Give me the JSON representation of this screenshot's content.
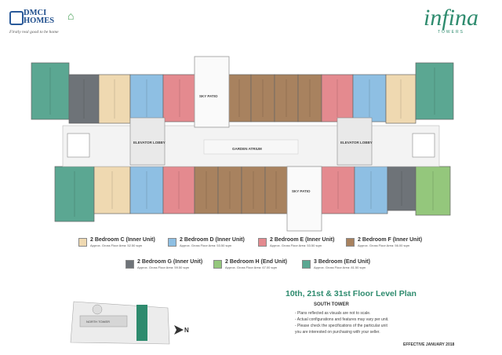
{
  "brand": {
    "name_line1": "DMCI",
    "name_line2": "HOMES",
    "tagline": "Firstly real good to be home"
  },
  "project": {
    "logo_text": "infina",
    "logo_sub": "TOWERS"
  },
  "plan_labels": {
    "sky_patio_top": "SKY PATIO",
    "sky_patio_bottom": "SKY PATIO",
    "elevator_lobby_left": "ELEVATOR LOBBY",
    "elevator_lobby_right": "ELEVATOR LOBBY",
    "garden_atrium": "GARDEN ATRIUM",
    "north_tower": "NORTH TOWER",
    "compass": "N"
  },
  "colors": {
    "c": "#efd9b1",
    "d": "#8ebfe3",
    "e": "#e48a8f",
    "f": "#a8825f",
    "g": "#6e7378",
    "h": "#94c77c",
    "br3": "#5ba792",
    "accent": "#2e8b6e"
  },
  "legend": [
    {
      "key": "c",
      "label": "2 Bedroom C (Inner Unit)",
      "area": "Approx. Gross Floor Area: 52.50 sqm"
    },
    {
      "key": "d",
      "label": "2 Bedroom D (Inner Unit)",
      "area": "Approx. Gross Floor Area: 53.50 sqm"
    },
    {
      "key": "e",
      "label": "2 Bedroom E (Inner Unit)",
      "area": "Approx. Gross Floor Area: 53.50 sqm"
    },
    {
      "key": "f",
      "label": "2 Bedroom F (Inner Unit)",
      "area": "Approx. Gross Floor Area: 56.00 sqm"
    },
    {
      "key": "g",
      "label": "2 Bedroom G (Inner Unit)",
      "area": "Approx. Gross Floor Area: 59.50 sqm"
    },
    {
      "key": "h",
      "label": "2 Bedroom H (End Unit)",
      "area": "Approx. Gross Floor Area: 67.00 sqm"
    },
    {
      "key": "br3",
      "label": "3 Bedroom (End Unit)",
      "area": "Approx. Gross Floor Area: 81.50 sqm"
    }
  ],
  "info": {
    "title": "10th, 21st & 31st Floor Level Plan",
    "tower": "SOUTH TOWER",
    "notes": [
      "- Plans reflected as visuals are not to scale.",
      "- Actual configurations and features may vary per unit.",
      "- Please check the specifications of the particular unit",
      "  you are interested on purchasing with your seller."
    ],
    "effective": "EFFECTIVE JANUARY 2018"
  }
}
